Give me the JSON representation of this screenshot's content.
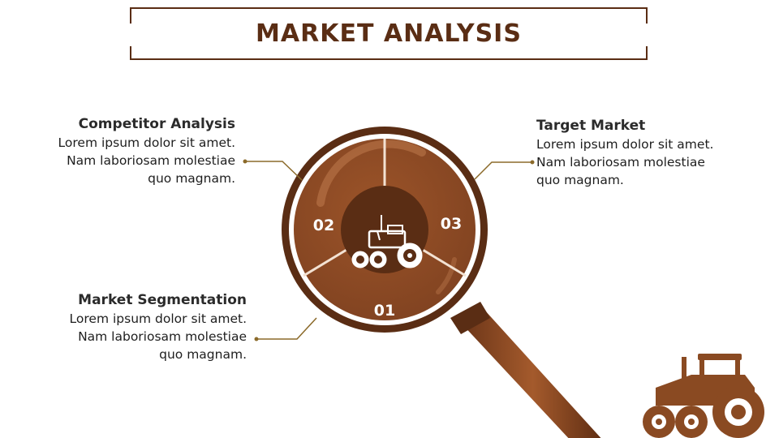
{
  "slide": {
    "title": "MARKET ANALYSIS",
    "items": [
      {
        "number": "01",
        "heading": "Market Segmentation",
        "body": "Lorem ipsum dolor sit amet. Nam laboriosam molestiae quo magnam."
      },
      {
        "number": "02",
        "heading": "Competitor Analysis",
        "body": "Lorem ipsum dolor sit amet. Nam laboriosam molestiae quo magnam."
      },
      {
        "number": "03",
        "heading": "Target Market",
        "body": "Lorem ipsum dolor sit amet. Nam laboriosam molestiae quo magnam."
      }
    ]
  },
  "colors": {
    "brown_dark": "#5a2d14",
    "brown_mid": "#8a4a22",
    "brown_light": "#a0572b",
    "connector": "#8b6a2a"
  },
  "icons": [
    "magnifier-icon",
    "tractor-icon"
  ]
}
